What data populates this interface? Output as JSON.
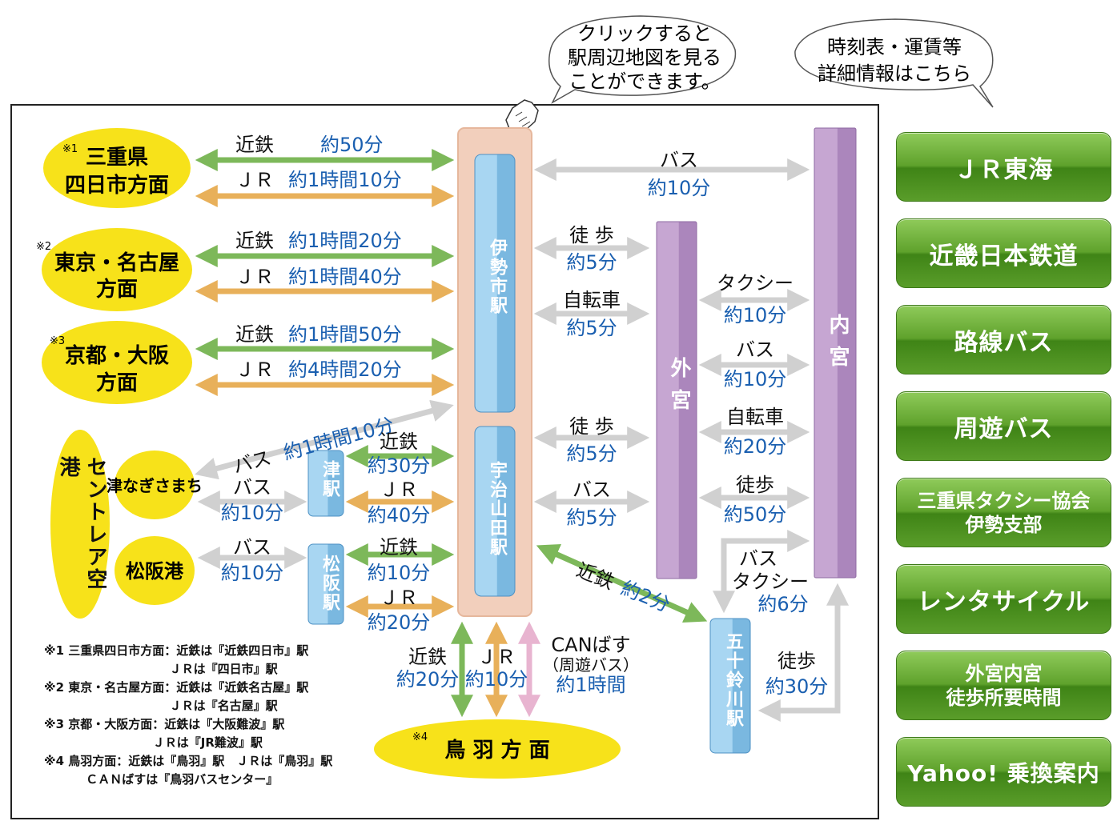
{
  "callouts": {
    "click_map": [
      "クリックすると",
      "駅周辺地図を見る",
      "ことができます。"
    ],
    "timetable": [
      "時刻表・運賃等",
      "詳細情報はこちら"
    ]
  },
  "destinations": {
    "yokkaichi": {
      "mark": "※1",
      "lines": [
        "三重県",
        "四日市方面"
      ]
    },
    "tokyo": {
      "mark": "※2",
      "lines": [
        "東京・名古屋",
        "方面"
      ]
    },
    "kyoto": {
      "mark": "※3",
      "lines": [
        "京都・大阪",
        "方面"
      ]
    },
    "centrair": "セントレア空港",
    "tsu_nagisa": "津なぎさまち",
    "matsusaka_port": "松阪港",
    "toba": {
      "mark": "※4",
      "label": "鳥 羽 方 面"
    }
  },
  "stations": {
    "iseshi": "伊勢市駅",
    "ujiyamada": "宇治山田駅",
    "tsu": "津駅",
    "matsusaka": "松阪駅",
    "isuzugawa": "五十鈴川駅",
    "geku": "外宮",
    "naiku": "内宮"
  },
  "routes": {
    "yokkaichi_kintetsu": {
      "mode": "近鉄",
      "time": "約50分"
    },
    "yokkaichi_jr": {
      "mode": "ＪＲ",
      "time": "約1時間10分"
    },
    "tokyo_kintetsu": {
      "mode": "近鉄",
      "time": "約1時間20分"
    },
    "tokyo_jr": {
      "mode": "ＪＲ",
      "time": "約1時間40分"
    },
    "kyoto_kintetsu": {
      "mode": "近鉄",
      "time": "約1時間50分"
    },
    "kyoto_jr": {
      "mode": "ＪＲ",
      "time": "約4時間20分"
    },
    "centrair_bus": {
      "mode": "バス",
      "time": "約1時間10分"
    },
    "tsu_kintetsu": {
      "mode": "近鉄",
      "time": "約30分"
    },
    "tsu_jr": {
      "mode": "ＪＲ",
      "time": "約40分"
    },
    "tsu_nagisa_bus": {
      "mode": "バス",
      "time": "約10分"
    },
    "matsusaka_port_bus": {
      "mode": "バス",
      "time": "約10分"
    },
    "matsusaka_kintetsu": {
      "mode": "近鉄",
      "time": "約10分"
    },
    "matsusaka_jr": {
      "mode": "ＪＲ",
      "time": "約20分"
    },
    "iseshi_naiku_bus": {
      "mode": "バス",
      "time": "約10分"
    },
    "iseshi_geku_walk": {
      "mode": "徒 歩",
      "time": "約5分"
    },
    "iseshi_geku_bike": {
      "mode": "自転車",
      "time": "約5分"
    },
    "geku_naiku_taxi": {
      "mode": "タクシー",
      "time": "約10分"
    },
    "geku_naiku_bus": {
      "mode": "バス",
      "time": "約10分"
    },
    "geku_naiku_bike": {
      "mode": "自転車",
      "time": "約20分"
    },
    "geku_naiku_walk": {
      "mode": "徒歩",
      "time": "約50分"
    },
    "ujiyamada_geku_walk": {
      "mode": "徒 歩",
      "time": "約5分"
    },
    "ujiyamada_geku_bus": {
      "mode": "バス",
      "time": "約5分"
    },
    "ujiyamada_isuzugawa": {
      "mode": "近鉄",
      "time": "約2分"
    },
    "isuzugawa_naiku_bus": {
      "mode": [
        "バス",
        "タクシー"
      ],
      "time": "約6分"
    },
    "isuzugawa_naiku_walk": {
      "mode": "徒歩",
      "time": "約30分"
    },
    "toba_kintetsu": {
      "mode": "近鉄",
      "time": "約20分"
    },
    "toba_jr": {
      "mode": "ＪＲ",
      "time": "約10分"
    },
    "toba_can": {
      "mode": "CANばす",
      "sub": "（周遊バス）",
      "time": "約1時間"
    }
  },
  "notes": [
    "※1 三重県四日市方面：近鉄は『近鉄四日市』駅",
    "                              ＪＲは『四日市』駅",
    "※2 東京・名古屋方面：近鉄は『近鉄名古屋』駅",
    "                              ＪＲは『名古屋』駅",
    "※3 京都・大阪方面：近鉄は『大阪難波』駅",
    "                          ＪＲは『JR難波』駅",
    "※4 鳥羽方面：近鉄は『鳥羽』駅　ＪＲは『鳥羽』駅",
    "          ＣＡＮばすは『鳥羽バスセンター』"
  ],
  "buttons": [
    "ＪＲ東海",
    "近畿日本鉄道",
    "路線バス",
    "周遊バス",
    "三重県タクシー協会|伊勢支部",
    "レンタサイクル",
    "外宮内宮|徒歩所要時間",
    "Yahoo! 乗換案内"
  ],
  "colors": {
    "kintetsu": "#7db85a",
    "jr": "#e8b05a",
    "bus": "#cfcfcf",
    "can": "#e8b4d0",
    "station": "#7ab8e0",
    "shrine": "#b08cc0",
    "yellow": "#f7e21a",
    "time_text": "#1a5fb0",
    "button": "#5fa22c"
  }
}
